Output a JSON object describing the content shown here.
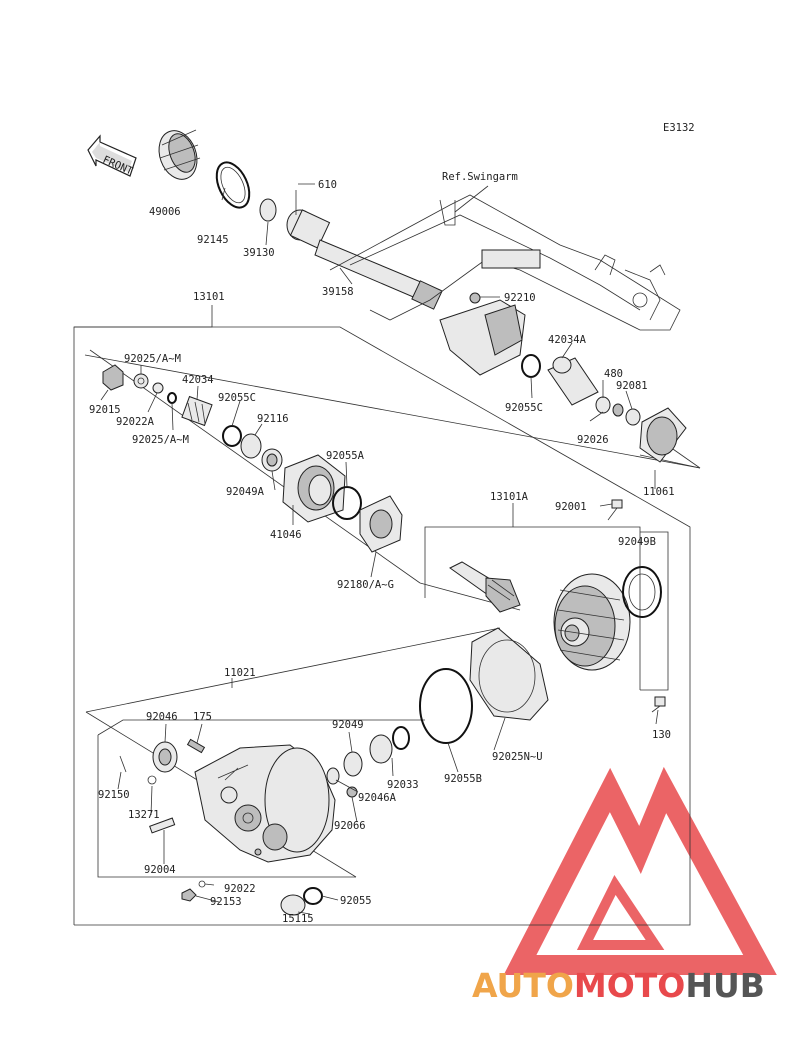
{
  "diagram_code": "E3132",
  "front_label": "FRONT",
  "ref_label": "Ref.Swingarm",
  "watermark": {
    "text": "AUTOMOTOHUB",
    "part_auto": "AUTO",
    "part_moto": "MOTO",
    "part_hub": "HUB",
    "color_auto": "#f0a54a",
    "color_moto": "#e8494c",
    "color_hub": "#555555"
  },
  "part_labels": {
    "p49006": "49006",
    "p92145": "92145",
    "p39130": "39130",
    "p610": "610",
    "p39158": "39158",
    "p13101": "13101",
    "p92210": "92210",
    "p92025am_top": "92025/A~M",
    "p92015": "92015",
    "p42034": "42034",
    "p92022a": "92022A",
    "p92055c_left": "92055C",
    "p92025am_bot": "92025/A~M",
    "p92116": "92116",
    "p42034a": "42034A",
    "p480": "480",
    "p92081": "92081",
    "p92055c_right": "92055C",
    "p92026": "92026",
    "p11061": "11061",
    "p92049a": "92049A",
    "p92055a": "92055A",
    "p41046": "41046",
    "p13101a": "13101A",
    "p92001": "92001",
    "p92049b": "92049B",
    "p92180": "92180/A~G",
    "p11021": "11021",
    "p130": "130",
    "p92046": "92046",
    "p175": "175",
    "p92049": "92049",
    "p92150": "92150",
    "p92033": "92033",
    "p92055b": "92055B",
    "p92025nu": "92025N~U",
    "p92046a": "92046A",
    "p13271": "13271",
    "p92066": "92066",
    "p92004": "92004",
    "p92022": "92022",
    "p92153": "92153",
    "p92055": "92055",
    "p15115": "15115"
  }
}
